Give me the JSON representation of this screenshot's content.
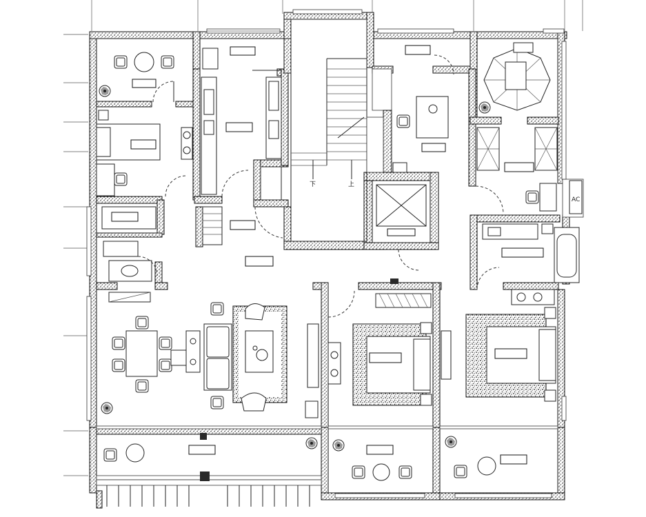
{
  "plan": {
    "stair_markers": [
      "下",
      "上"
    ],
    "ac_label": "AC"
  }
}
